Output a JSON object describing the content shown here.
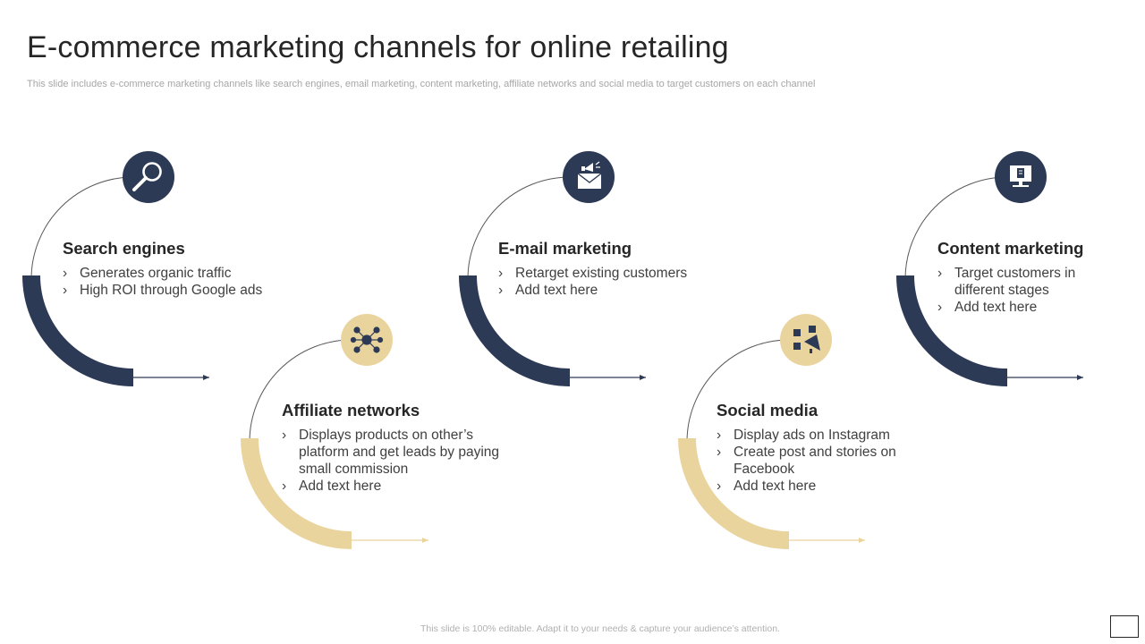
{
  "slide": {
    "title": "E-commerce marketing channels for online retailing",
    "subtitle": "This slide includes e-commerce marketing channels like search engines, email marketing, content marketing, affiliate networks and social media to target customers on each channel",
    "footer": "This slide is 100% editable.  Adapt it to your needs & capture your audience’s attention."
  },
  "colors": {
    "navy": "#2d3a56",
    "gold": "#ead49e",
    "text": "#262626",
    "muted": "#a6a6a6"
  },
  "channels": [
    {
      "heading": "Search engines",
      "bullets": [
        "Generates organic traffic",
        "High ROI through  Google ads"
      ],
      "icon": "magnifier-icon",
      "color": "navy"
    },
    {
      "heading": "Affiliate networks",
      "bullets": [
        "Displays products on other’s platform and get leads by paying small commission",
        "Add text here"
      ],
      "icon": "network-icon",
      "color": "gold"
    },
    {
      "heading": "E-mail marketing",
      "bullets": [
        "Retarget existing customers",
        "Add text here"
      ],
      "icon": "email-megaphone-icon",
      "color": "navy"
    },
    {
      "heading": "Social media",
      "bullets": [
        "Display ads on Instagram",
        "Create post and stories on Facebook",
        "Add text here"
      ],
      "icon": "social-megaphone-icon",
      "color": "gold"
    },
    {
      "heading": "Content marketing",
      "bullets": [
        "Target customers in different stages",
        "Add text here"
      ],
      "icon": "monitor-document-icon",
      "color": "navy"
    }
  ]
}
